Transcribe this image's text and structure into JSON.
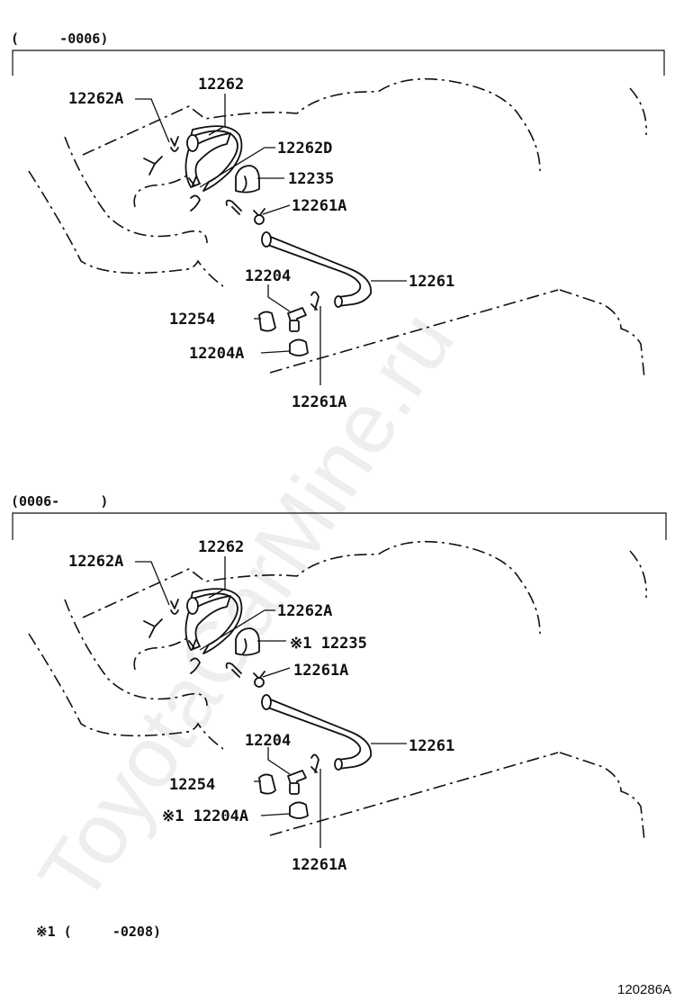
{
  "watermark": "ToyotaCarMine.ru",
  "figure_code": "120286A",
  "panels": [
    {
      "range": "(     -0006)",
      "labels": {
        "clip_top_left": "12262A",
        "hose_top": "12262",
        "item_d": "12262D",
        "cap": "12235",
        "clip_mid": "12261A",
        "hose_main": "12261",
        "valve": "12204",
        "grommet": "12254",
        "gasket": "12204A",
        "clip_bottom": "12261A"
      }
    },
    {
      "range": "(0006-     )",
      "labels": {
        "clip_top_left": "12262A",
        "hose_top": "12262",
        "item_d": "12262A",
        "cap": "※1 12235",
        "clip_mid": "12261A",
        "hose_main": "12261",
        "valve": "12204",
        "grommet": "12254",
        "gasket": "※1 12204A",
        "clip_bottom": "12261A"
      }
    }
  ],
  "footnote": "※1 (     -0208)"
}
